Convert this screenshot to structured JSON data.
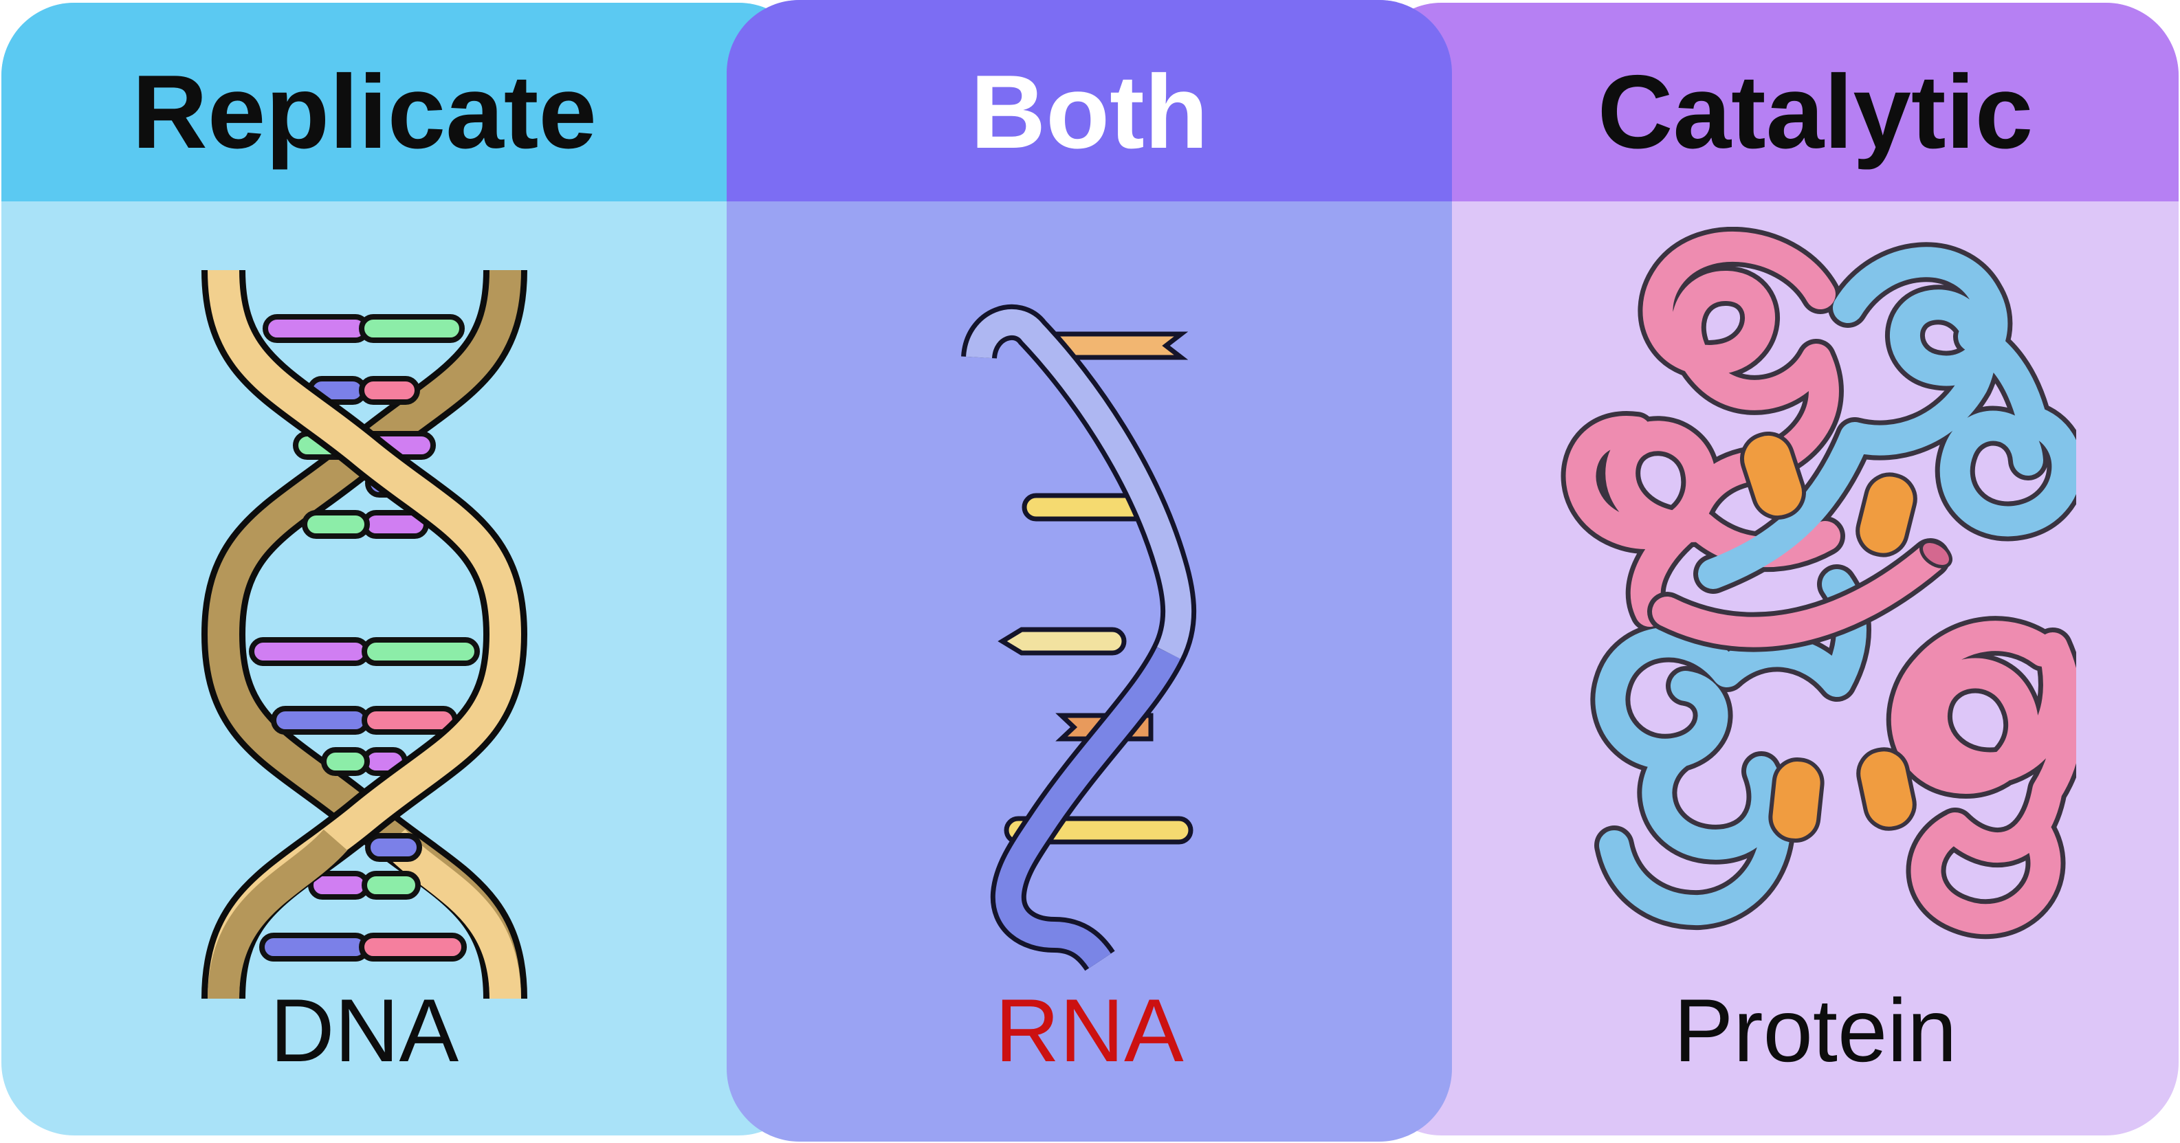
{
  "figure": {
    "type": "three-panel molecule comparison diagram",
    "background": "#ffffff"
  },
  "panels": [
    {
      "header": "Replicate",
      "label": "DNA",
      "illustration": "dna-double-helix-icon",
      "colors": {
        "header_bg": "#5bc9f2",
        "body_bg": "#a9e2f8",
        "header_text": "#0d0d0d",
        "label_text": "#0d0d0d"
      }
    },
    {
      "header": "Both",
      "label": "RNA",
      "illustration": "rna-single-strand-icon",
      "colors": {
        "header_bg": "#7c6df3",
        "body_bg": "#9aa3f3",
        "header_text": "#ffffff",
        "label_text": "#cc1111"
      }
    },
    {
      "header": "Catalytic",
      "label": "Protein",
      "illustration": "protein-hemoglobin-icon",
      "colors": {
        "header_bg": "#b680f3",
        "body_bg": "#ddc6f8",
        "header_text": "#0d0d0d",
        "label_text": "#0d0d0d"
      }
    }
  ],
  "art": {
    "dna": {
      "gold": "#f2d08e",
      "tan": "#b5975a",
      "outline": "#0d0d0d",
      "rung_purple": "#d07ef2",
      "rung_green": "#8ceda8",
      "rung_blue": "#7b80e8",
      "rung_pink": "#f57f9e",
      "rung_outline": "#111111"
    },
    "rna": {
      "ribbon_light": "#aeb7f2",
      "ribbon_dark": "#7a85e6",
      "outline": "#14142b",
      "rung_orange": "#f2b671",
      "rung_orange_dark": "#e89a5c",
      "rung_yellow": "#f5da70",
      "rung_pale": "#f2e2a0"
    },
    "protein": {
      "pink": "#ee8cb0",
      "blue": "#82c4ea",
      "heme_orange": "#f09c40",
      "outline": "#3a3340",
      "cut_end": "#d4688f"
    }
  }
}
